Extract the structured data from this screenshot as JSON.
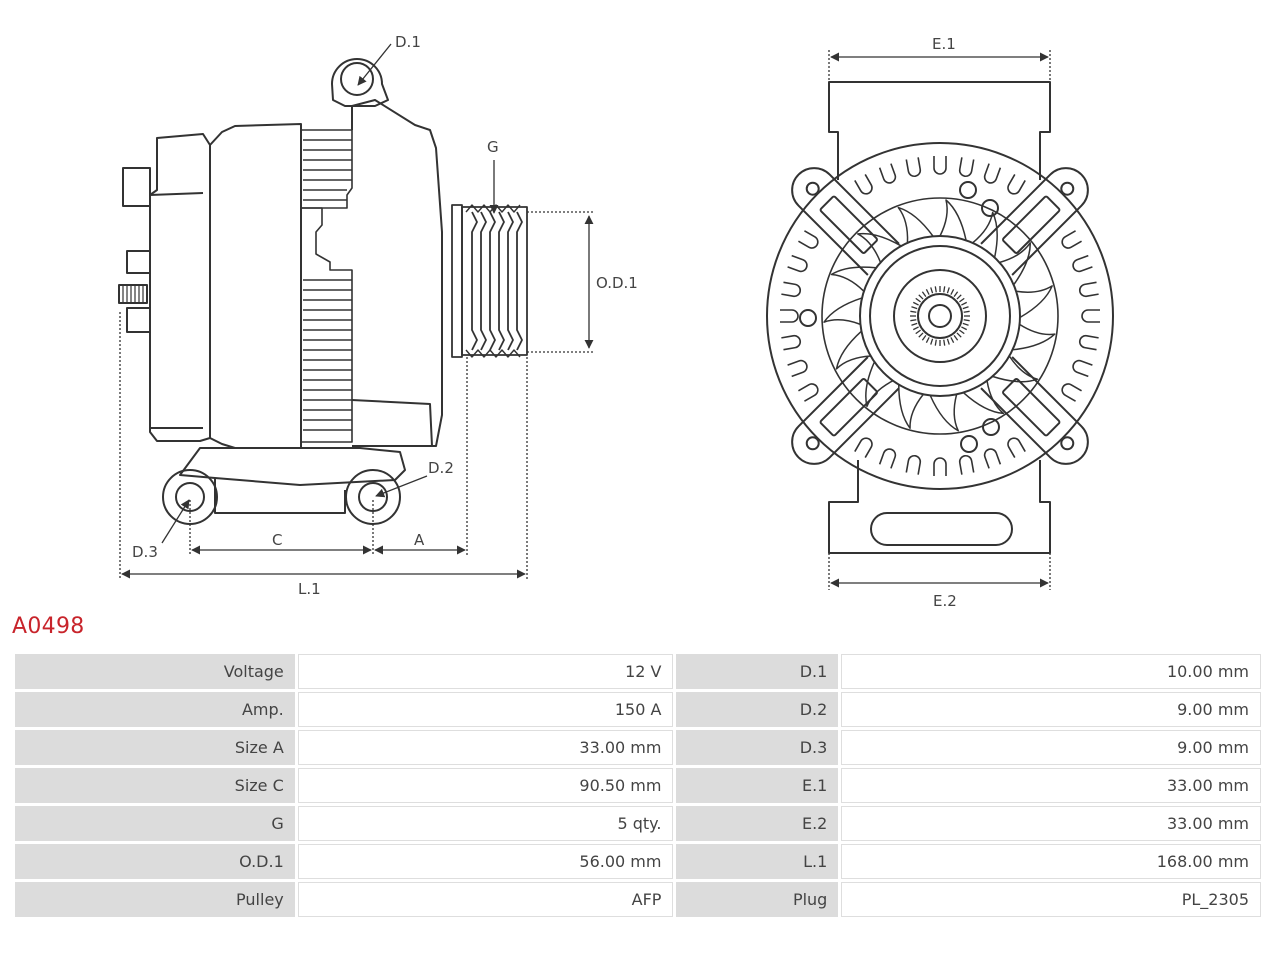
{
  "part_number": "A0498",
  "diagram_labels": {
    "d1": "D.1",
    "d2": "D.2",
    "d3": "D.3",
    "g": "G",
    "od1": "O.D.1",
    "c": "C",
    "a": "A",
    "l1": "L.1",
    "e1": "E.1",
    "e2": "E.2"
  },
  "specs": [
    {
      "left_label": "Voltage",
      "left_value": "12 V",
      "right_label": "D.1",
      "right_value": "10.00 mm"
    },
    {
      "left_label": "Amp.",
      "left_value": "150 A",
      "right_label": "D.2",
      "right_value": "9.00 mm"
    },
    {
      "left_label": "Size A",
      "left_value": "33.00 mm",
      "right_label": "D.3",
      "right_value": "9.00 mm"
    },
    {
      "left_label": "Size C",
      "left_value": "90.50 mm",
      "right_label": "E.1",
      "right_value": "33.00 mm"
    },
    {
      "left_label": "G",
      "left_value": "5 qty.",
      "right_label": "E.2",
      "right_value": "33.00 mm"
    },
    {
      "left_label": "O.D.1",
      "left_value": "56.00 mm",
      "right_label": "L.1",
      "right_value": "168.00 mm"
    },
    {
      "left_label": "Pulley",
      "left_value": "AFP",
      "right_label": "Plug",
      "right_value": "PL_2305"
    }
  ],
  "colors": {
    "part_number": "#c8242b",
    "label_cell": "#dcdcdc",
    "line": "#333333"
  }
}
